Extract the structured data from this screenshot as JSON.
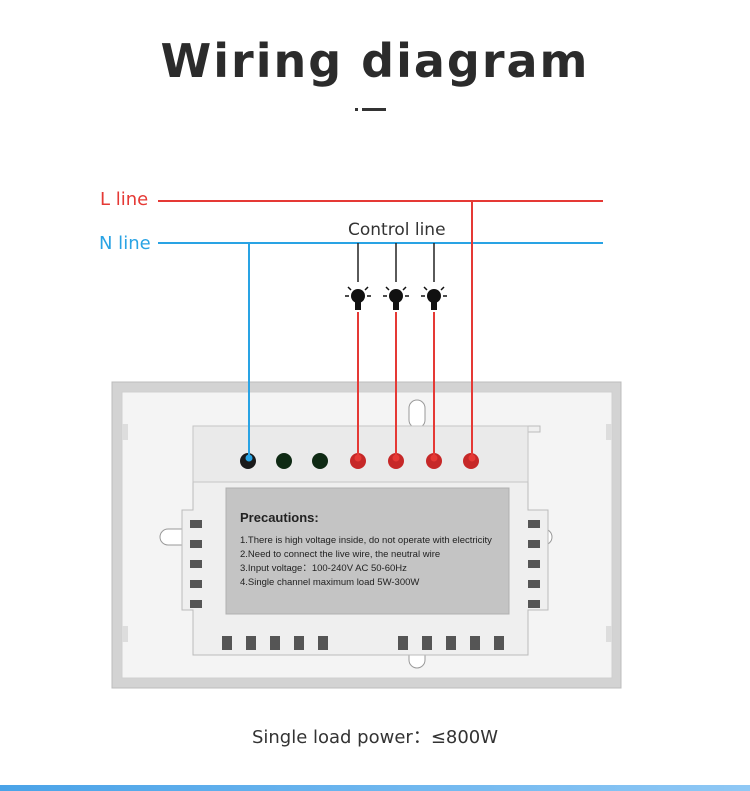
{
  "title": "Wiring diagram",
  "labels": {
    "l_line": "L line",
    "n_line": "N line",
    "control_line": "Control line"
  },
  "precautions": {
    "heading": "Precautions:",
    "items": [
      "1.There is high voltage inside, do not operate with electricity",
      "2.Need to connect the live wire, the neutral wire",
      "3.Input voltage：100-240V AC 50-60Hz",
      "4.Single channel maximum load 5W-300W"
    ]
  },
  "caption": "Single load power：≤800W",
  "colors": {
    "l_line": "#e53935",
    "n_line": "#29a3e4",
    "panel": "#d6d6d6",
    "label_plate": "#c8c8c8"
  },
  "icons": [
    "light-bulb-icon",
    "light-bulb-icon",
    "light-bulb-icon"
  ]
}
